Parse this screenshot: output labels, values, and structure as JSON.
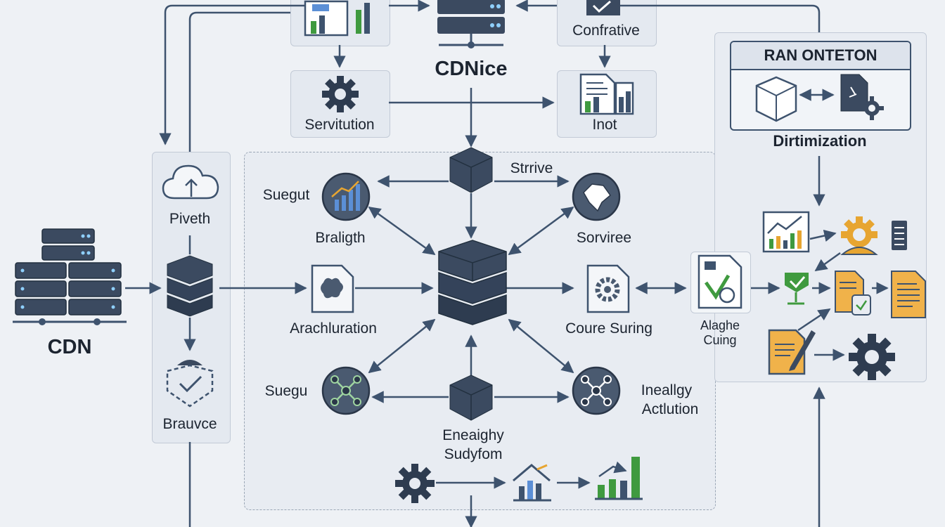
{
  "labels": {
    "cdn": "CDN",
    "cdnice": "CDNice",
    "confrative": "Confrative",
    "servitution": "Servitution",
    "inot": "Inot",
    "pivetth": "Piveth",
    "brauvce": "Brauvce",
    "strrive": "Strrive",
    "suegut": "Suegut",
    "braligth": "Braligth",
    "sorviree": "Sorviree",
    "arachluration": "Arachluration",
    "coure_suring": "Coure Suring",
    "suegu": "Suegu",
    "ineallgy": "Ineallgy",
    "actlution": "Actlution",
    "eneaighy": "Eneaighy",
    "sudyfom": "Sudyfom",
    "ran_title": "RAN ONTETON",
    "dirtimization": "Dirtimization",
    "alaghe": "Alaghe",
    "cuing": "Cuing"
  },
  "colors": {
    "line": "#3e536e",
    "dark_node": "#3b4a60",
    "green": "#3f9a3f",
    "orange": "#e7a531",
    "panel": "#e4e9f0",
    "dashed_border": "#9aa6b5"
  }
}
